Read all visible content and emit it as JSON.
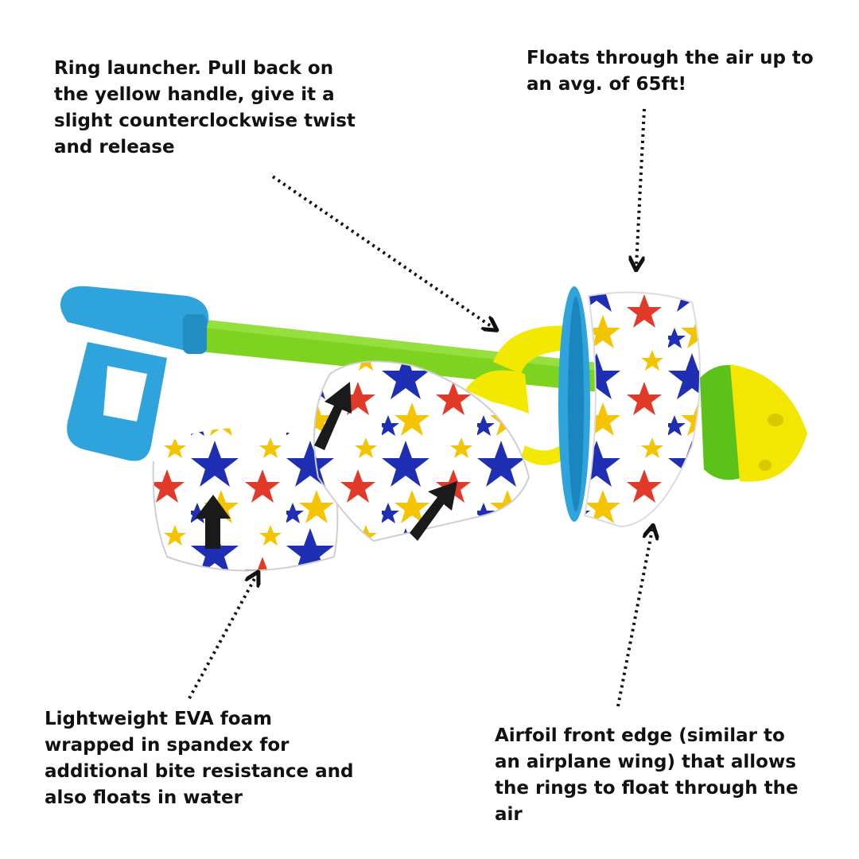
{
  "callouts": {
    "launcher": "Ring launcher. Pull back on the yellow handle, give it a slight counterclockwise twist and release",
    "floats": "Floats through the air up to an avg. of 65ft!",
    "foam": "Lightweight EVA foam wrapped in spandex for additional bite resistance and also floats in water",
    "airfoil": "Airfoil front edge (similar to an airplane wing) that allows the rings to float through the air"
  },
  "colors": {
    "handle_blue": "#2fa4dc",
    "shaft_green": "#7ed321",
    "pull_yellow": "#f2e800",
    "star_blue": "#1f2fb4",
    "star_red": "#e23a28",
    "star_yellow": "#f5c400"
  }
}
